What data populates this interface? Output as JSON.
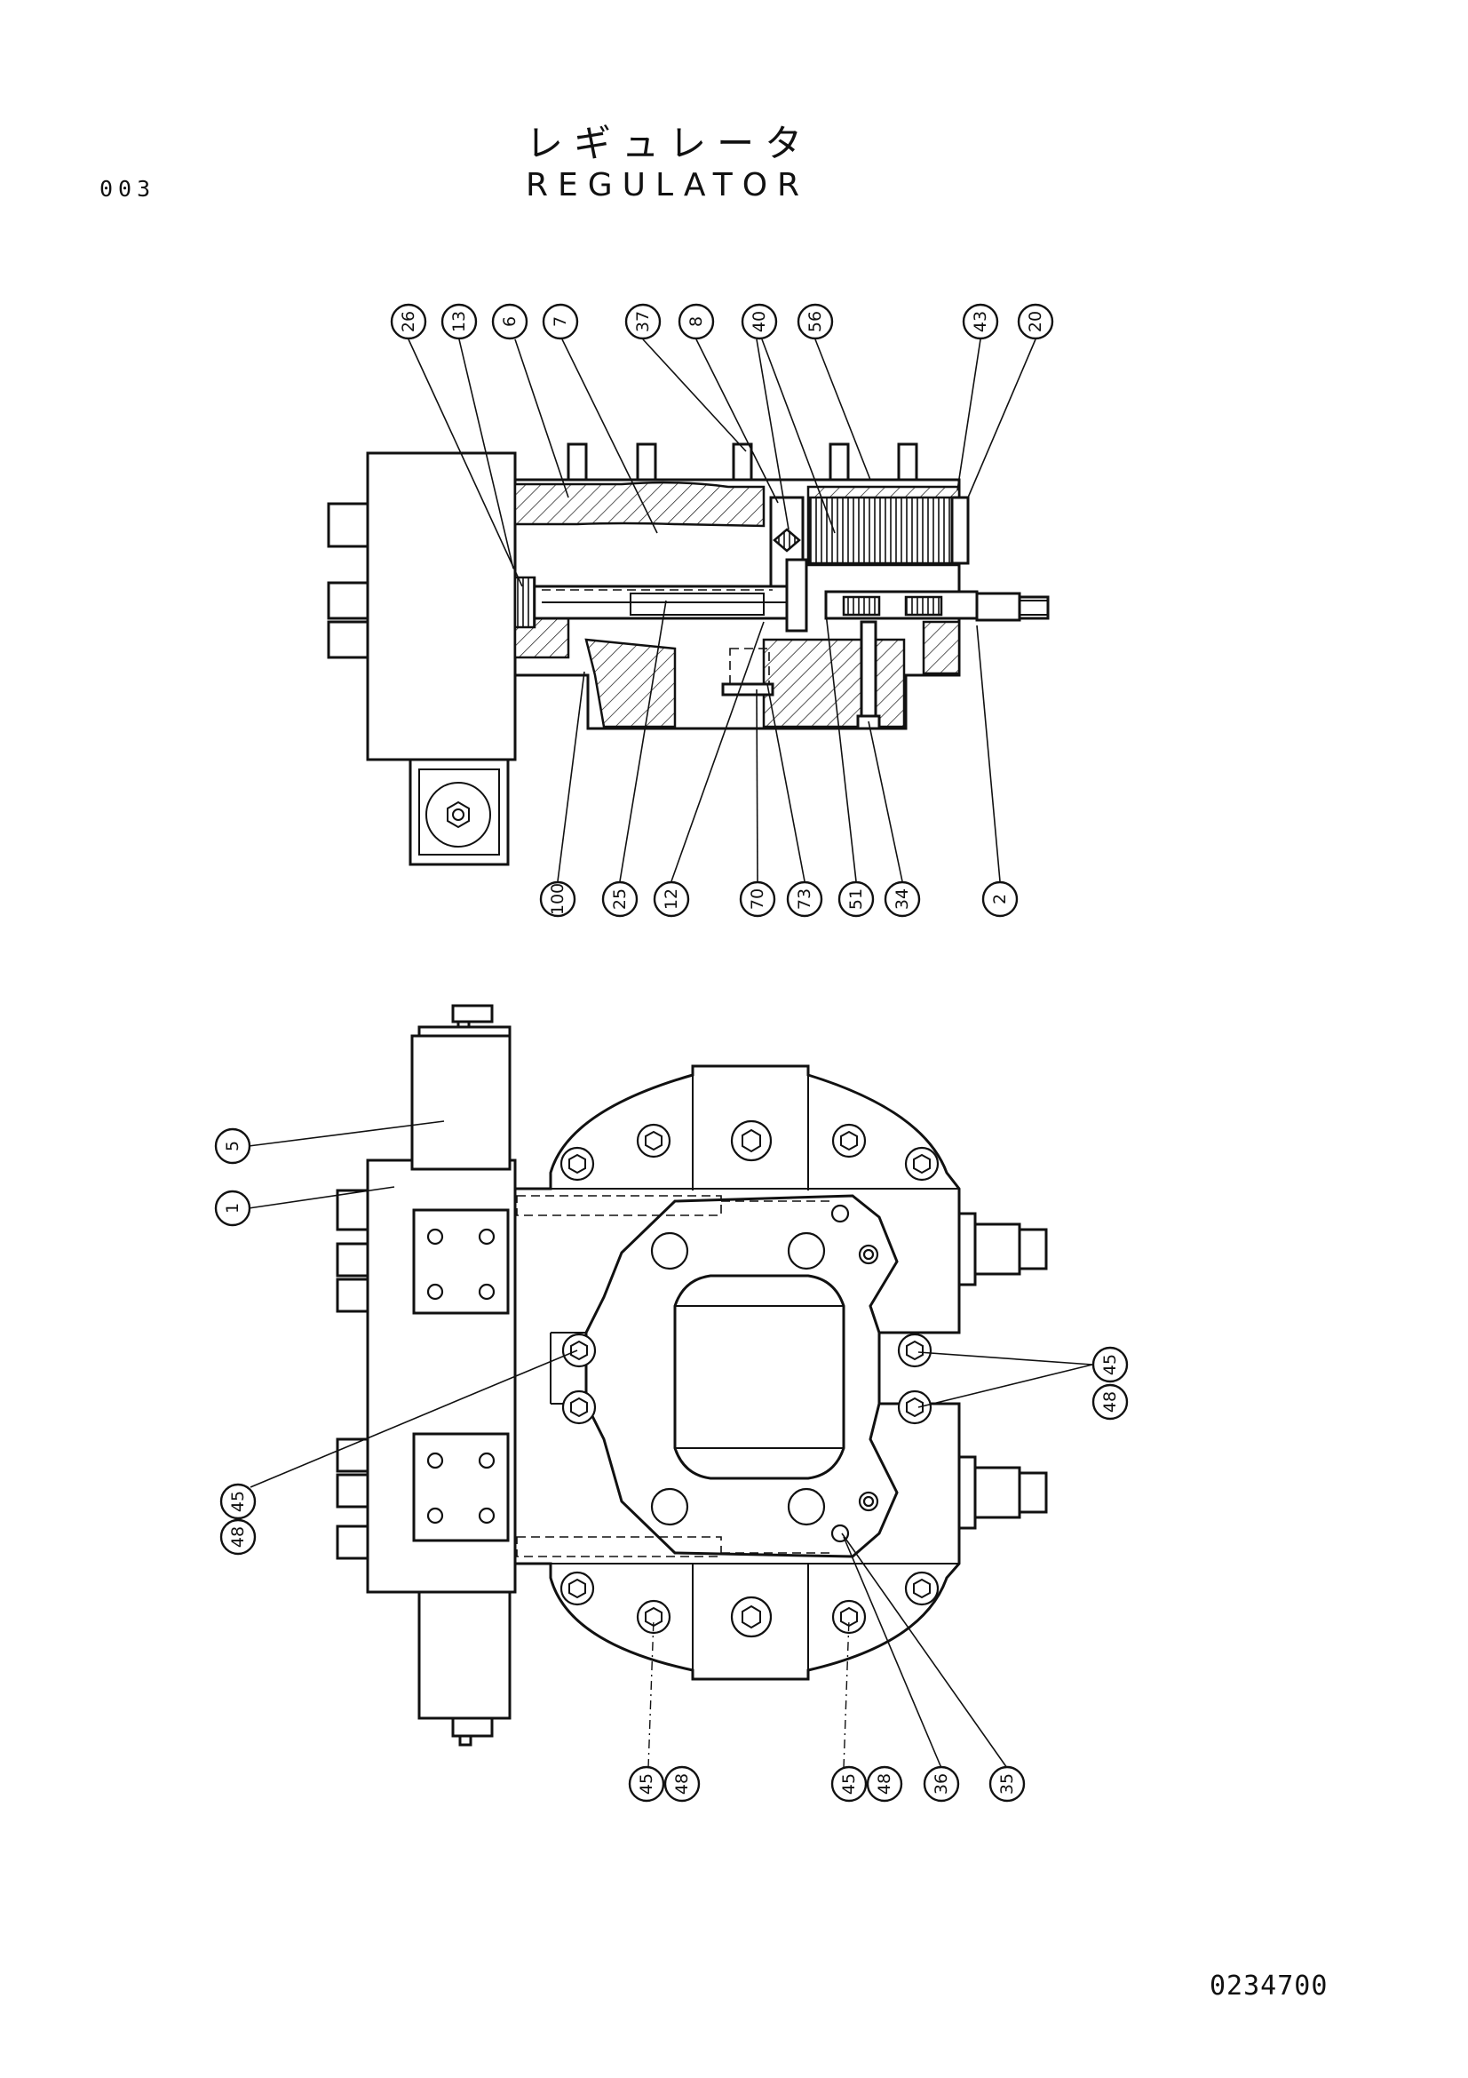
{
  "header": {
    "page_number": "003",
    "title_jp": "レギュレータ",
    "title_en": "REGULATOR"
  },
  "footer": {
    "drawing_number": "0234700"
  },
  "colors": {
    "ink": "#111111",
    "paper": "#ffffff"
  },
  "callouts": {
    "section_top": [
      "26",
      "13",
      "6",
      "7",
      "37",
      "8",
      "40",
      "56",
      "43",
      "20"
    ],
    "section_bottom": [
      "100",
      "25",
      "12",
      "70",
      "73",
      "51",
      "34",
      "2"
    ],
    "plan_left": [
      "5",
      "1",
      "45",
      "48"
    ],
    "plan_right": [
      "45",
      "48"
    ],
    "plan_bottom": [
      "45",
      "48",
      "45",
      "48",
      "36",
      "35"
    ]
  }
}
